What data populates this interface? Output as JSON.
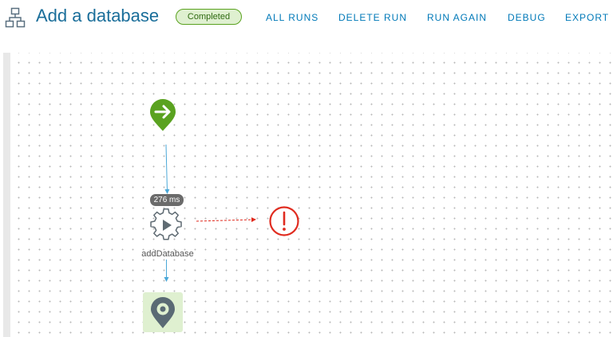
{
  "header": {
    "title_icon": "workflow-diagram-icon",
    "title": "Add a database",
    "status_badge": "Completed",
    "actions": {
      "all_runs": "ALL RUNS",
      "delete_run": "DELETE RUN",
      "run_again": "RUN AGAIN",
      "debug": "DEBUG",
      "export": "EXPORT"
    }
  },
  "flow": {
    "start_node": {
      "icon": "arrow-right-pin-icon",
      "color": "#5aa220"
    },
    "task_node": {
      "icon": "gear-play-icon",
      "label": "addDatabase",
      "duration": "276 ms"
    },
    "error_node": {
      "icon": "exclamation-circle-icon",
      "color": "#e02b1f"
    },
    "end_node": {
      "icon": "location-pin-icon",
      "color": "#5a6a74",
      "background": "#dff0d0"
    }
  },
  "colors": {
    "accent": "#0079b8",
    "title": "#1a6e9a",
    "success": "#5aa220",
    "error": "#e02b1f",
    "connector": "#4aa8d8"
  }
}
